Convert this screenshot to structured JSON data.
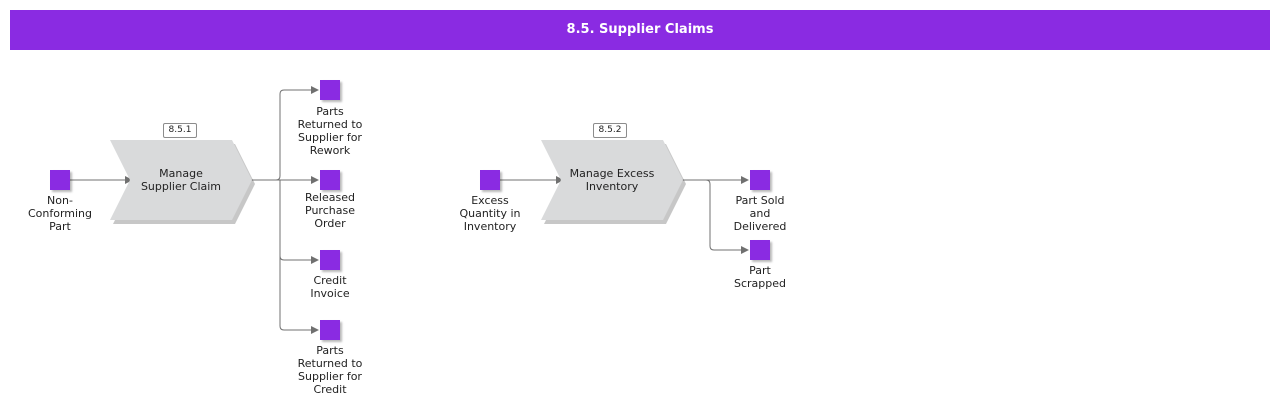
{
  "header": {
    "title": "8.5. Supplier Claims",
    "color": "#8a2be2"
  },
  "processes": [
    {
      "id": "8.5.1",
      "label": "Manage\nSupplier Claim"
    },
    {
      "id": "8.5.2",
      "label": "Manage Excess\nInventory"
    }
  ],
  "events": {
    "non_conforming_part": "Non-\nConforming\nPart",
    "parts_returned_rework": "Parts\nReturned to\nSupplier for\nRework",
    "released_purchase_order": "Released\nPurchase\nOrder",
    "credit_invoice": "Credit\nInvoice",
    "parts_returned_credit": "Parts\nReturned to\nSupplier for\nCredit",
    "excess_quantity": "Excess\nQuantity in\nInventory",
    "part_sold_delivered": "Part Sold\nand\nDelivered",
    "part_scrapped": "Part\nScrapped"
  },
  "colors": {
    "event_fill": "#8a2be2",
    "process_fill": "#d9dadb",
    "connector": "#707070"
  }
}
